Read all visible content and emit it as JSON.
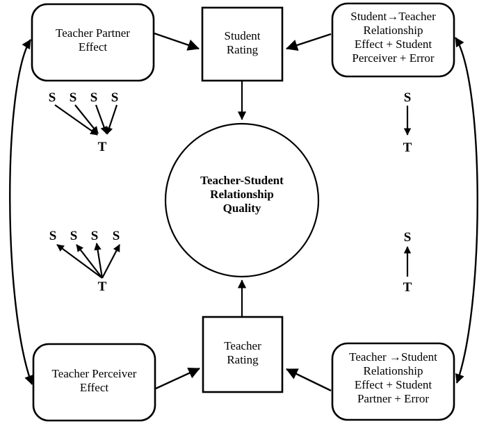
{
  "diagram": {
    "title": "Teacher-Student Relationship Quality model",
    "stroke_color": "#000000",
    "background_color": "#ffffff"
  },
  "nodes": {
    "teacher_partner_effect": {
      "label": "Teacher Partner\nEffect",
      "shape": "rounded-rectangle"
    },
    "student_rating": {
      "label": "Student\nRating",
      "shape": "rectangle"
    },
    "student_teacher_relationship": {
      "label": "Student→Teacher\nRelationship\nEffect + Student\nPerceiver + Error",
      "shape": "rounded-rectangle"
    },
    "center_circle": {
      "label": "Teacher-Student\nRelationship\nQuality",
      "shape": "circle"
    },
    "teacher_perceiver_effect": {
      "label": "Teacher Perceiver\nEffect",
      "shape": "rounded-rectangle"
    },
    "teacher_rating": {
      "label": "Teacher\nRating",
      "shape": "rectangle"
    },
    "teacher_student_relationship": {
      "label": "Teacher →Student\nRelationship\nEffect + Student\nPartner + Error",
      "shape": "rounded-rectangle"
    }
  },
  "glyph_clusters": {
    "upper_left": {
      "sources": [
        "S",
        "S",
        "S",
        "S"
      ],
      "target": "T",
      "direction": "many-to-one"
    },
    "lower_left": {
      "sources": [
        "S",
        "S",
        "S",
        "S"
      ],
      "target": "T",
      "direction": "one-to-many"
    },
    "upper_right": {
      "top": "S",
      "bottom": "T",
      "direction": "S-to-T"
    },
    "lower_right": {
      "top": "S",
      "bottom": "T",
      "direction": "T-to-S"
    }
  }
}
